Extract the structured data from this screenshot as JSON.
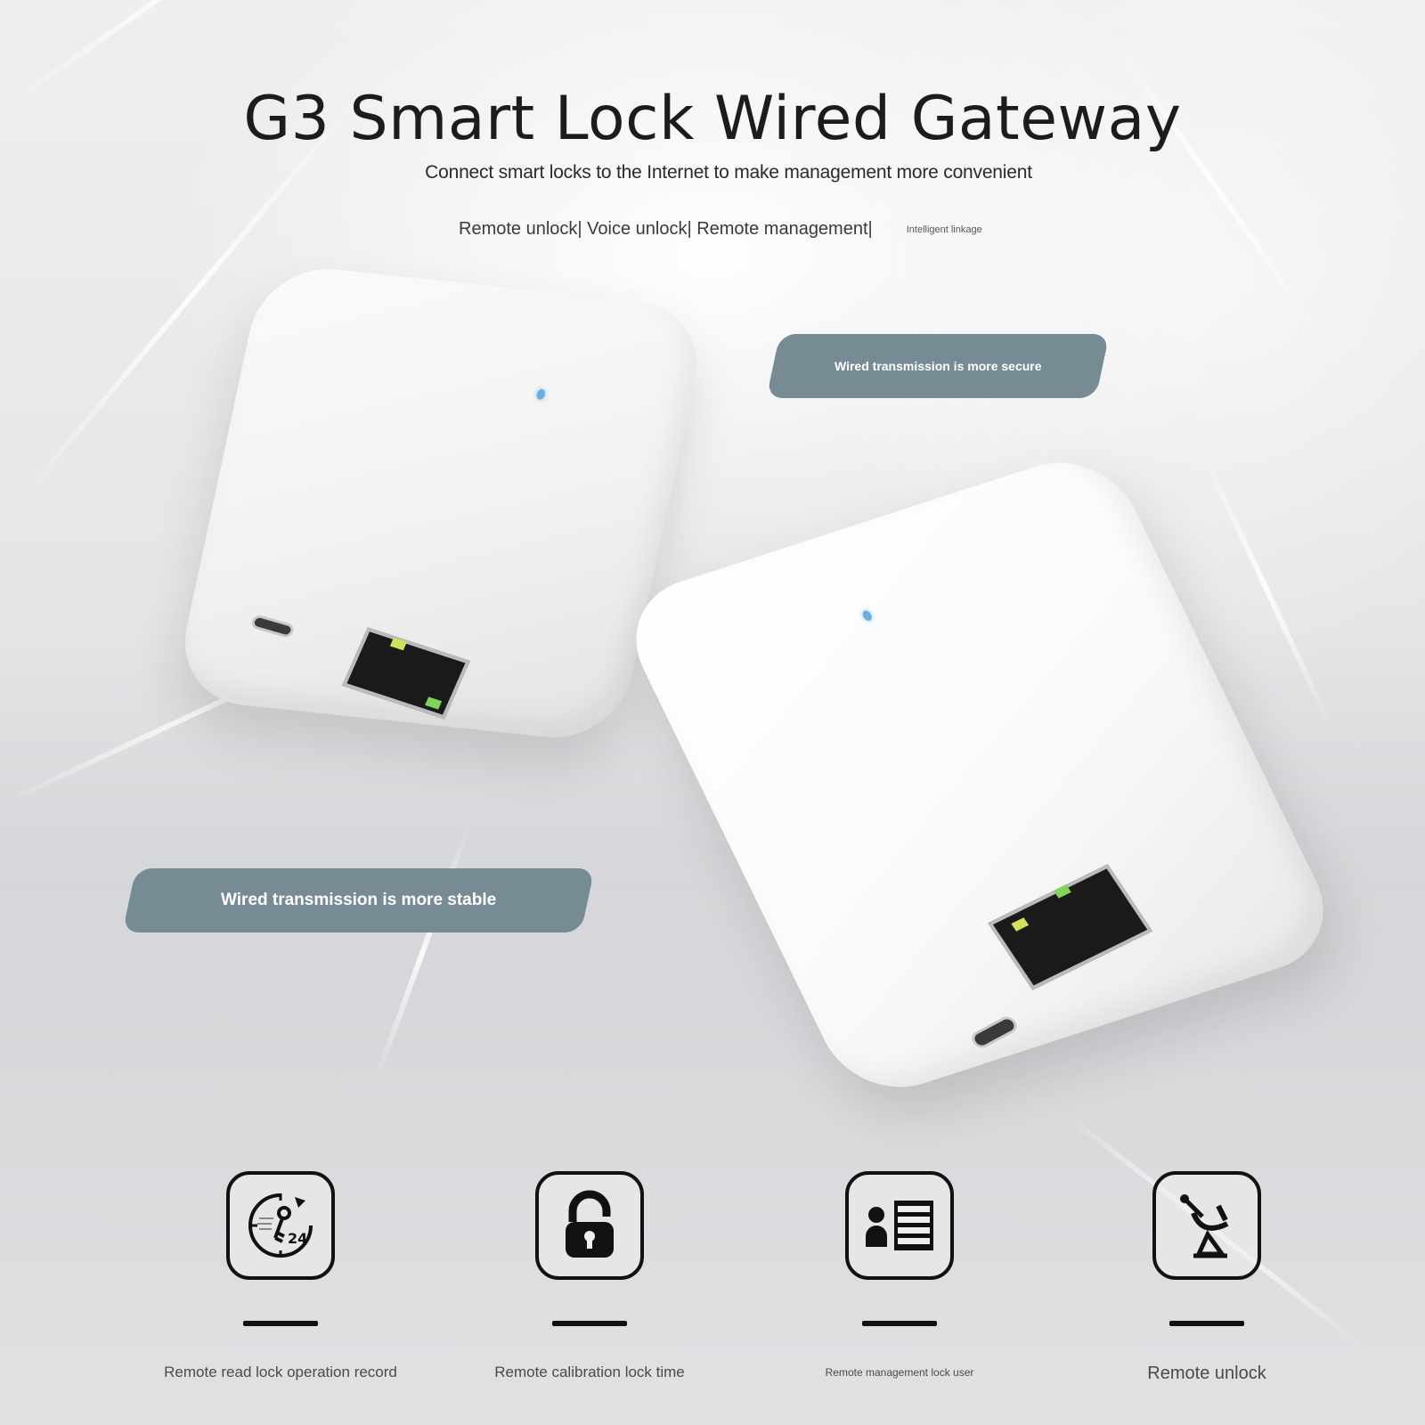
{
  "header": {
    "title": "G3 Smart Lock Wired Gateway",
    "subtitle": "Connect smart locks to the Internet to make management more convenient",
    "features_line": "Remote unlock| Voice unlock| Remote management|",
    "features_extra": "Intelligent linkage"
  },
  "banners": {
    "secure": "Wired transmission is more secure",
    "stable": "Wired transmission is more stable"
  },
  "product": {
    "name": "G3 Smart Lock Wired Gateway",
    "indicator_color": "#6aaee0",
    "port_led_colors": [
      "#d3e15a",
      "#7fd45a"
    ]
  },
  "features": [
    {
      "icon": "clock-key-24-icon",
      "label": "Remote read lock operation record"
    },
    {
      "icon": "unlocked-padlock-icon",
      "label": "Remote calibration lock time"
    },
    {
      "icon": "user-list-icon",
      "label": "Remote management lock user"
    },
    {
      "icon": "satellite-dish-icon",
      "label": "Remote unlock"
    }
  ],
  "colors": {
    "banner": "#778b94",
    "title": "#1c1c1c",
    "background": "#e6e7e9"
  }
}
